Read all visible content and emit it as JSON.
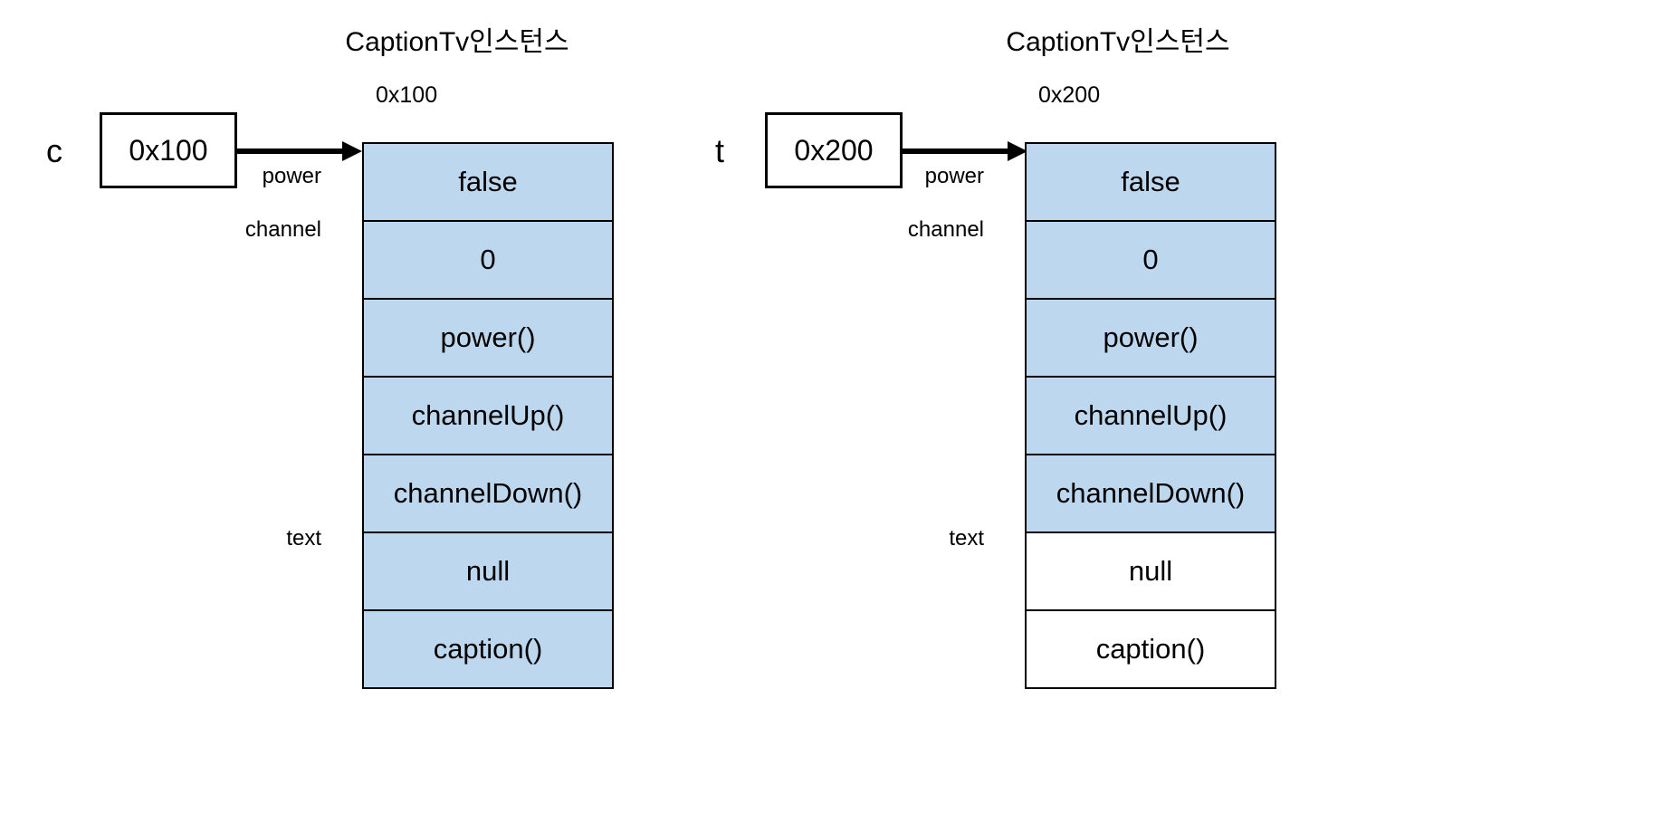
{
  "diagrams": [
    {
      "id": "left",
      "title": "CaptionTv인스턴스",
      "address_label": "0x100",
      "variable_name": "c",
      "variable_value": "0x100",
      "arrow_name": "reference-arrow",
      "field_labels": {
        "power": "power",
        "channel": "channel",
        "text": "text"
      },
      "rows": [
        {
          "value": "false",
          "fill": "blue"
        },
        {
          "value": "0",
          "fill": "blue"
        },
        {
          "value": "power()",
          "fill": "blue"
        },
        {
          "value": "channelUp()",
          "fill": "blue"
        },
        {
          "value": "channelDown()",
          "fill": "blue"
        },
        {
          "value": "null",
          "fill": "blue"
        },
        {
          "value": "caption()",
          "fill": "blue"
        }
      ]
    },
    {
      "id": "right",
      "title": "CaptionTv인스턴스",
      "address_label": "0x200",
      "variable_name": "t",
      "variable_value": "0x200",
      "arrow_name": "reference-arrow",
      "field_labels": {
        "power": "power",
        "channel": "channel",
        "text": "text"
      },
      "rows": [
        {
          "value": "false",
          "fill": "blue"
        },
        {
          "value": "0",
          "fill": "blue"
        },
        {
          "value": "power()",
          "fill": "blue"
        },
        {
          "value": "channelUp()",
          "fill": "blue"
        },
        {
          "value": "channelDown()",
          "fill": "blue"
        },
        {
          "value": "null",
          "fill": "white"
        },
        {
          "value": "caption()",
          "fill": "white"
        }
      ]
    }
  ],
  "colors": {
    "field_fill": "#bdd7ee",
    "empty_fill": "#ffffff",
    "border": "#000000",
    "text": "#000000",
    "background": "#ffffff"
  }
}
